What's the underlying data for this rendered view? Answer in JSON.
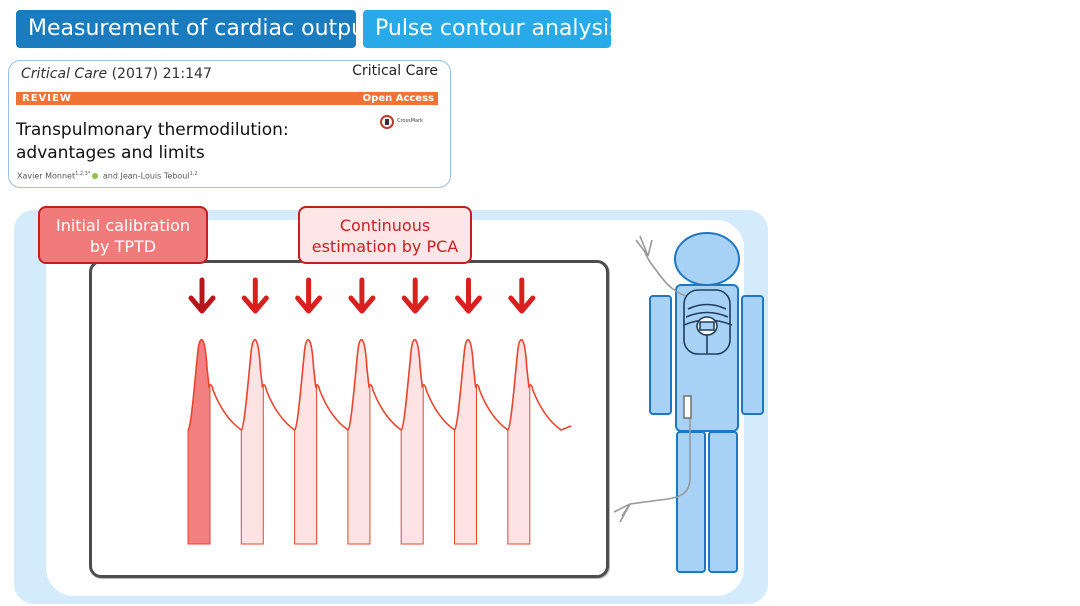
{
  "header": {
    "tab_main": "Measurement of cardiac output",
    "tab_pulse": "Pulse contour analysis"
  },
  "reference": {
    "journal_name": "Critical Care",
    "journal_issue": "(2017) 21:147",
    "brand": "Critical Care",
    "article_type": "REVIEW",
    "access": "Open Access",
    "title_line1": "Transpulmonary thermodilution:",
    "title_line2": "advantages and limits",
    "author1": "Xavier Monnet",
    "author1_sup": "1,2,3*",
    "author_join": "and",
    "author2": "Jean-Louis Teboul",
    "author2_sup": "1,2",
    "crossmark_label": "CrossMark"
  },
  "diagram": {
    "label_calibration_line1": "Initial calibration",
    "label_calibration_line2": "by TPTD",
    "label_continuous_line1": "Continuous",
    "label_continuous_line2": "estimation by PCA",
    "beat_count": 7,
    "colors": {
      "arrow": "#d91f1f",
      "waveform": "#e8452f",
      "first_beat_fill": "#f38080",
      "other_beat_fill": "#fde3e3",
      "body": "#a8d2f5",
      "body_outline": "#1f76c2"
    },
    "icons": [
      "down-arrow-icon",
      "patient-body-icon",
      "catheter-icon",
      "heart-lungs-icon"
    ]
  }
}
